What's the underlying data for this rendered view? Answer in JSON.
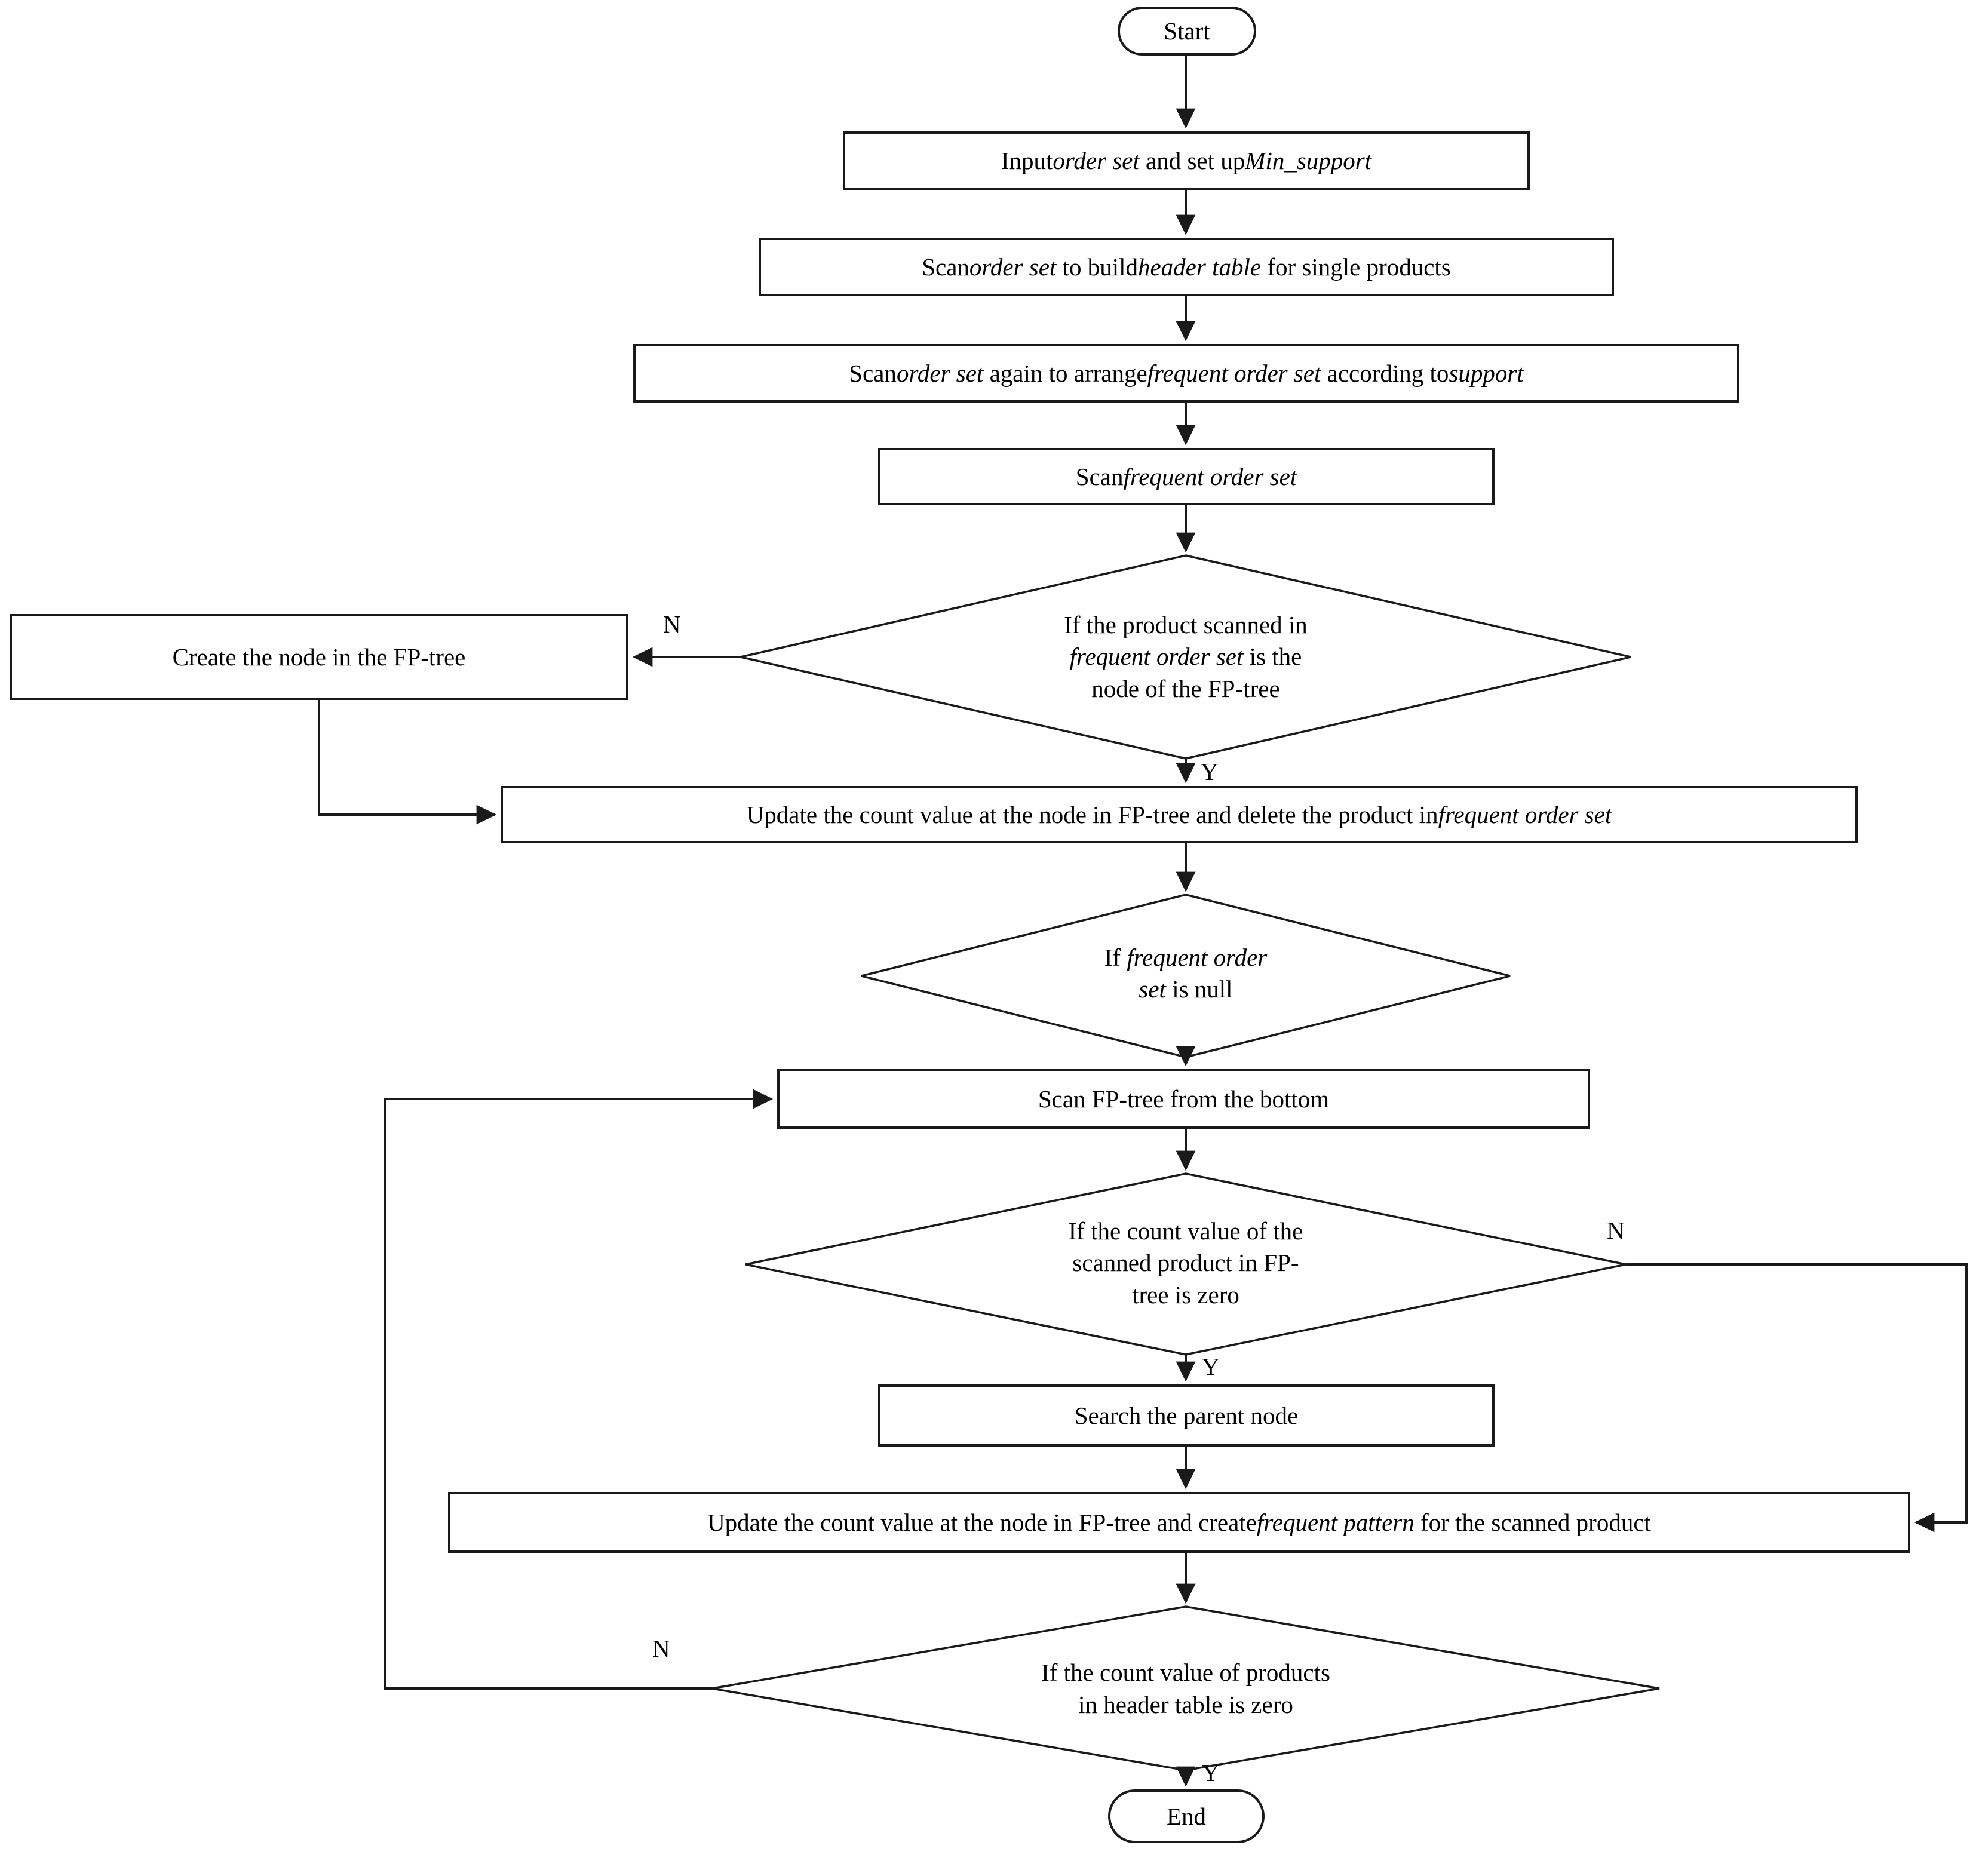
{
  "diagram": {
    "type": "flowchart",
    "title": "FP-Growth algorithm flowchart",
    "orientation": "top-to-bottom",
    "nodes": {
      "start": {
        "label": "Start",
        "shape": "terminator"
      },
      "input_order_set": {
        "label": "Input order set and set up Min_support",
        "shape": "process"
      },
      "scan_build_header": {
        "label": "Scan order set to build header table for single products",
        "shape": "process"
      },
      "scan_again_arrange": {
        "label": "Scan order set again to arrange frequent order set according to support",
        "shape": "process"
      },
      "scan_frequent_order_set": {
        "label": "Scan frequent order set",
        "shape": "process"
      },
      "decide_is_node": {
        "label": "If the product scanned in\nfrequent order set is the\nnode of the FP-tree",
        "shape": "decision"
      },
      "create_node": {
        "label": "Create the node in the FP-tree",
        "shape": "process"
      },
      "update_delete": {
        "label": "Update the count value at the node in FP-tree and delete the product in frequent order set",
        "shape": "process"
      },
      "decide_null": {
        "label": "If frequent order\nset is null",
        "shape": "decision"
      },
      "scan_fp_bottom": {
        "label": "Scan FP-tree from the bottom",
        "shape": "process"
      },
      "decide_count_zero": {
        "label": "If the count value of the\nscanned product in FP-\ntree is zero",
        "shape": "decision"
      },
      "search_parent": {
        "label": "Search the parent node",
        "shape": "process"
      },
      "update_create_pattern": {
        "label": "Update the count value at the node in FP-tree and create frequent pattern for the scanned product",
        "shape": "process"
      },
      "decide_header_zero": {
        "label": "If the count value of products\nin header table is zero",
        "shape": "decision"
      },
      "end": {
        "label": "End",
        "shape": "terminator"
      }
    },
    "edge_labels": {
      "is_node_no": "N",
      "is_node_yes": "Y",
      "count_zero_no": "N",
      "count_zero_yes": "Y",
      "header_zero_no": "N",
      "header_zero_yes": "Y"
    },
    "edges": [
      {
        "from": "start",
        "to": "input_order_set",
        "label": ""
      },
      {
        "from": "input_order_set",
        "to": "scan_build_header",
        "label": ""
      },
      {
        "from": "scan_build_header",
        "to": "scan_again_arrange",
        "label": ""
      },
      {
        "from": "scan_again_arrange",
        "to": "scan_frequent_order_set",
        "label": ""
      },
      {
        "from": "scan_frequent_order_set",
        "to": "decide_is_node",
        "label": ""
      },
      {
        "from": "decide_is_node",
        "to": "create_node",
        "label": "N"
      },
      {
        "from": "decide_is_node",
        "to": "update_delete",
        "label": "Y"
      },
      {
        "from": "create_node",
        "to": "update_delete",
        "label": ""
      },
      {
        "from": "update_delete",
        "to": "decide_null",
        "label": ""
      },
      {
        "from": "decide_null",
        "to": "scan_fp_bottom",
        "label": ""
      },
      {
        "from": "scan_fp_bottom",
        "to": "decide_count_zero",
        "label": ""
      },
      {
        "from": "decide_count_zero",
        "to": "search_parent",
        "label": "Y"
      },
      {
        "from": "decide_count_zero",
        "to": "update_create_pattern",
        "label": "N"
      },
      {
        "from": "search_parent",
        "to": "update_create_pattern",
        "label": ""
      },
      {
        "from": "update_create_pattern",
        "to": "decide_header_zero",
        "label": ""
      },
      {
        "from": "decide_header_zero",
        "to": "scan_fp_bottom",
        "label": "N"
      },
      {
        "from": "decide_header_zero",
        "to": "end",
        "label": "Y"
      }
    ],
    "colors": {
      "stroke": "#1a1a1a",
      "fill": "#ffffff",
      "text": "#000000",
      "background": "#ffffff"
    }
  }
}
